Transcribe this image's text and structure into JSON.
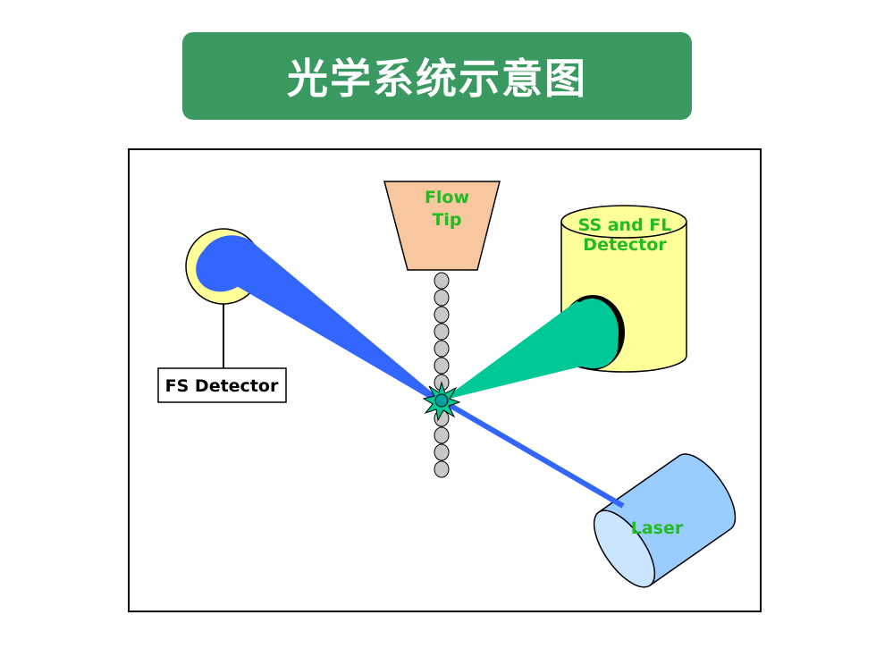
{
  "title": "光学系统示意图",
  "labels": {
    "flow_tip_line1": "Flow",
    "flow_tip_line2": "Tip",
    "ss_fl_line1": "SS and FL",
    "ss_fl_line2": "Detector",
    "fs_detector": "FS Detector",
    "laser": "Laser"
  },
  "colors": {
    "title_bg": "#3a9960",
    "forward_beam": "#3366ff",
    "side_beam": "#00c896",
    "label_green": "#22bb22",
    "flow_tip": "#f7c8a0",
    "detector_body": "#ffff99",
    "laser_body": "#99ccff"
  }
}
